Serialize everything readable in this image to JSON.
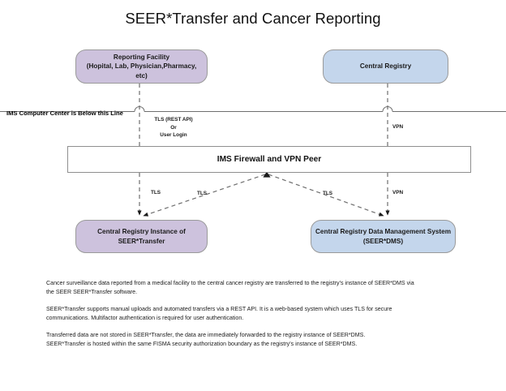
{
  "title": "SEER*Transfer and Cancer Reporting",
  "colors": {
    "purple_fill": "#cdc2dd",
    "blue_fill": "#c4d6ec",
    "box_border": "#9a9a9a",
    "line": "#5a5a5a",
    "text": "#1a1a1a"
  },
  "nodes": {
    "reporting_facility": "Reporting Facility\n(Hopital, Lab, Physician,Pharmacy, etc)",
    "central_registry": "Central Registry",
    "seer_transfer_instance": "Central Registry Instance of\nSEER*Transfer",
    "seer_dms": "Central Registry Data Management System\n(SEER*DMS)",
    "firewall": "IMS Firewall and VPN Peer"
  },
  "boundary": {
    "label": "IMS Computer Center is Below this Line"
  },
  "edge_labels": {
    "tls_rest_api": "TLS (REST API)\nOr\nUser Login",
    "vpn_top": "VPN",
    "tls_vertical": "TLS",
    "tls_left_diagonal": "TLS",
    "tls_right_diagonal": "TLS",
    "vpn_bottom": "VPN"
  },
  "prose": {
    "paragraph_1": "Cancer surveillance data reported from a medical facility to the central cancer registry are transferred to the  registry’s instance of SEER*DMS via the SEER SEER*Transfer software.",
    "paragraph_2": "SEER*Transfer supports manual uploads and automated transfers via a REST API.  It is a web-based system which uses TLS for secure communications.  Multifactor authentication is required for user authentication.",
    "paragraph_3": "Transferred data are not stored in SEER*Transfer, the data are immediately forwarded to the registry instance of SEER*DMS.\nSEER*Transfer is hosted within the same FISMA security authorization boundary as the registry’s instance of SEER*DMS."
  }
}
